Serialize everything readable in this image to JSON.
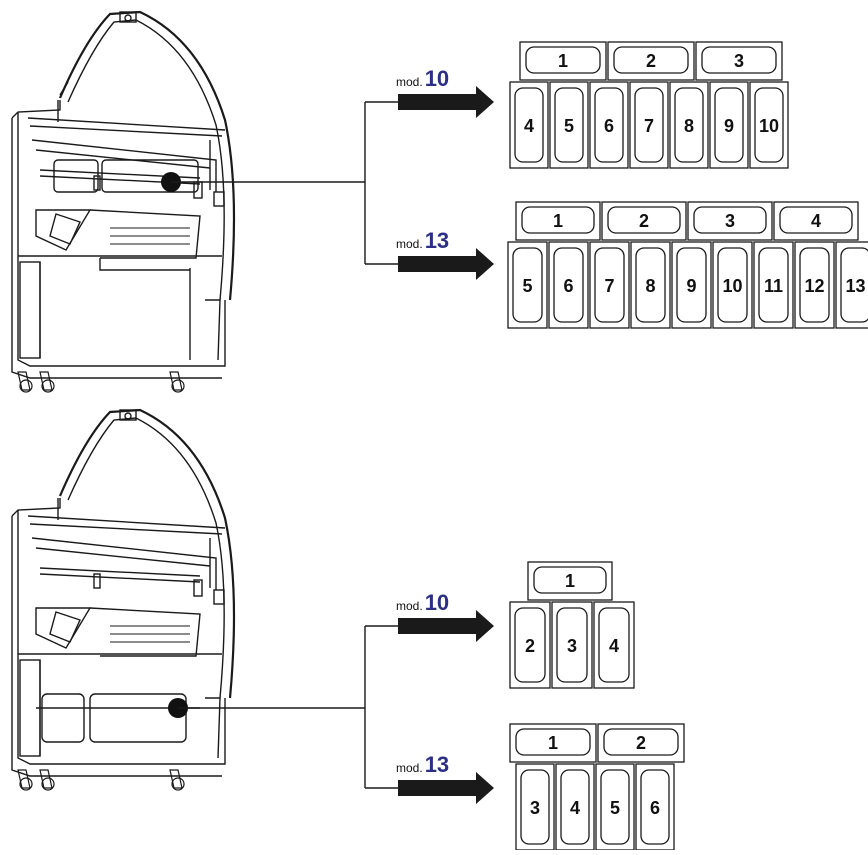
{
  "colors": {
    "model_number": "#2b2f86",
    "line": "#1a1a1a",
    "arrow": "#1a1a1a"
  },
  "panels": [
    {
      "variants": [
        {
          "mod_prefix": "mod.",
          "mod_number": "10",
          "top_row": [
            "1",
            "2",
            "3"
          ],
          "bottom_row": [
            "4",
            "5",
            "6",
            "7",
            "8",
            "9",
            "10"
          ]
        },
        {
          "mod_prefix": "mod.",
          "mod_number": "13",
          "top_row": [
            "1",
            "2",
            "3",
            "4"
          ],
          "bottom_row": [
            "5",
            "6",
            "7",
            "8",
            "9",
            "10",
            "11",
            "12",
            "13"
          ]
        }
      ]
    },
    {
      "variants": [
        {
          "mod_prefix": "mod.",
          "mod_number": "10",
          "top_row": [
            "1"
          ],
          "bottom_row": [
            "2",
            "3",
            "4"
          ]
        },
        {
          "mod_prefix": "mod.",
          "mod_number": "13",
          "top_row": [
            "1",
            "2"
          ],
          "bottom_row": [
            "3",
            "4",
            "5",
            "6"
          ]
        }
      ]
    }
  ]
}
